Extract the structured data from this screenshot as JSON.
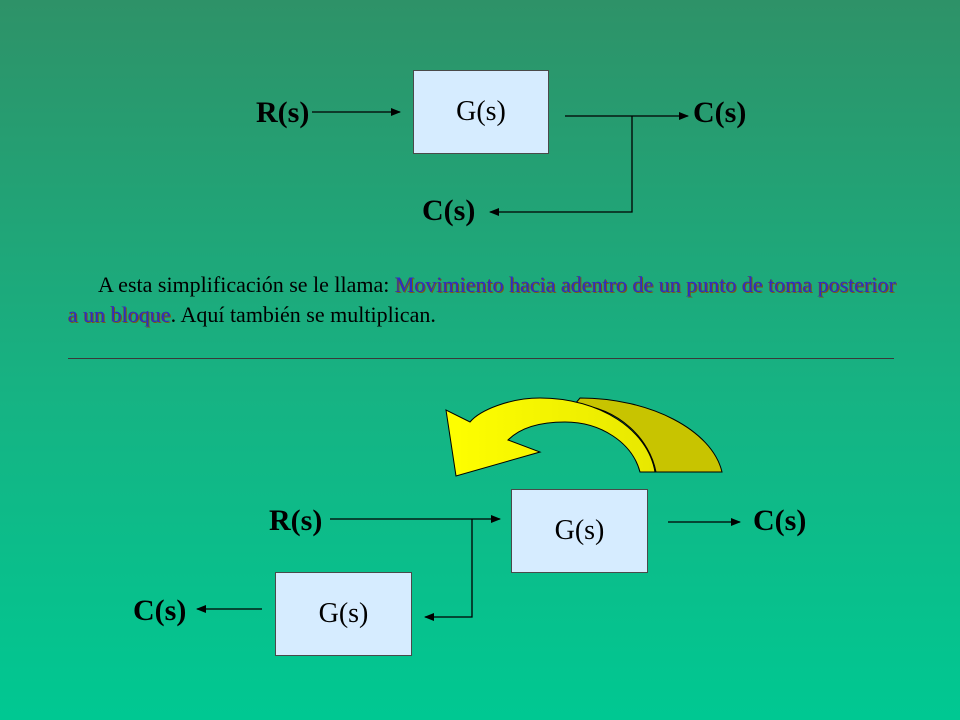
{
  "top_diagram": {
    "input_label": "R(s)",
    "output_label": "C(s)",
    "feedback_label": "C(s)",
    "block_label": "G(s)"
  },
  "paragraph": {
    "lead": "A esta simplificación se le llama: ",
    "highlight": "Movimiento hacia adentro de un punto de toma posterior a un bloque",
    "tail": ". Aquí también se multiplican."
  },
  "bottom_diagram": {
    "input_label": "R(s)",
    "output_label": "C(s)",
    "branch_output_label": "C(s)",
    "main_block_label": "G(s)",
    "branch_block_label": "G(s)"
  },
  "colors": {
    "block_fill": "#d6ecff",
    "highlight_text": "#2a2fc8",
    "arrow_fill": "#f0f000",
    "arrow_side": "#c8c400"
  }
}
